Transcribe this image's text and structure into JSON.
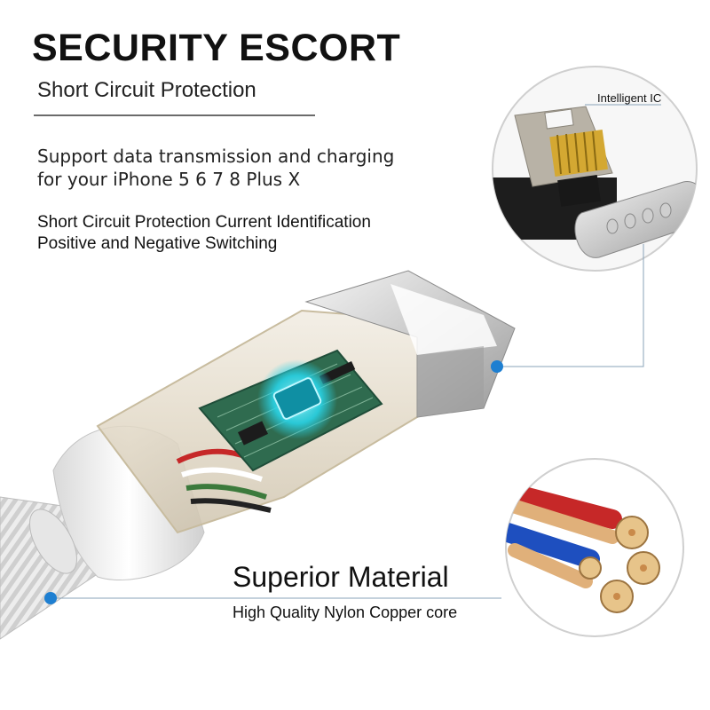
{
  "header": {
    "title": "SECURITY ESCORT",
    "subtitle": "Short Circuit Protection"
  },
  "support": {
    "line1": "Support data transmission and charging",
    "line2": "for your iPhone 5 6 7 8 Plus X"
  },
  "protection": {
    "line1": "Short Circuit Protection Current Identification",
    "line2": "Positive and Negative Switching"
  },
  "ic_callout": {
    "label": "Intelligent IC"
  },
  "material": {
    "title": "Superior Material",
    "subtitle": "High Quality Nylon Copper core"
  },
  "colors": {
    "accent_dot": "#1e7fd1",
    "leader_line": "#8aa3b8",
    "chip_glow": "#29d3e6",
    "pcb_green": "#2f6b4f",
    "copper": "#c98a4a",
    "wire_red": "#c62828",
    "wire_blue": "#1e4fbf"
  },
  "icons": [
    "lightning-connector",
    "circuit-board",
    "magnetic-connector",
    "copper-wire-bundle",
    "nylon-braided-cable"
  ]
}
